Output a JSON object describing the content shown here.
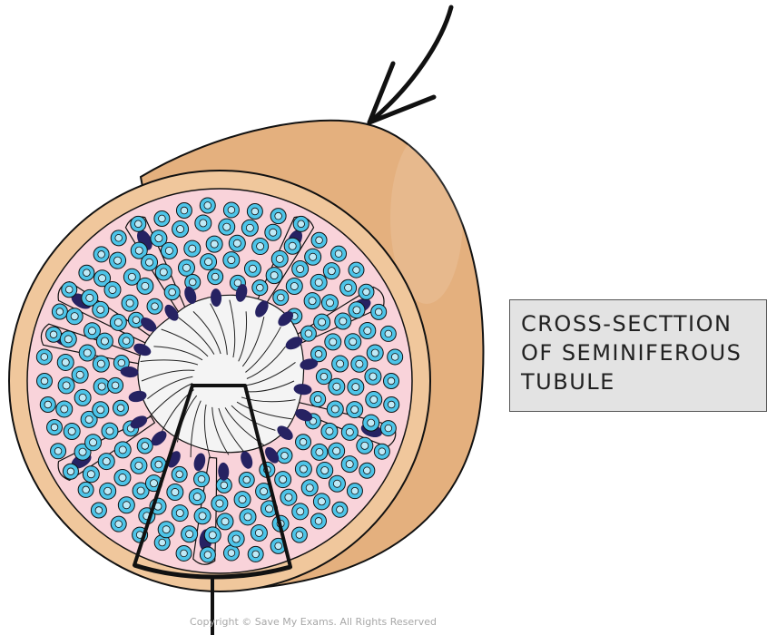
{
  "label": {
    "lines": [
      "CROSS-SECTTION",
      "OF SEMINIFEROUS",
      "TUBULE"
    ]
  },
  "copyright": "Copyright © Save My Exams. All Rights Reserved",
  "colors": {
    "outer_tube": "#e4b07e",
    "outer_rim": "#f0c79c",
    "tissue": "#f9d3da",
    "lumen": "#f4f4f4",
    "germ_cell": "#4dc4e8",
    "nucleus": "#262262",
    "outline": "#111111"
  }
}
